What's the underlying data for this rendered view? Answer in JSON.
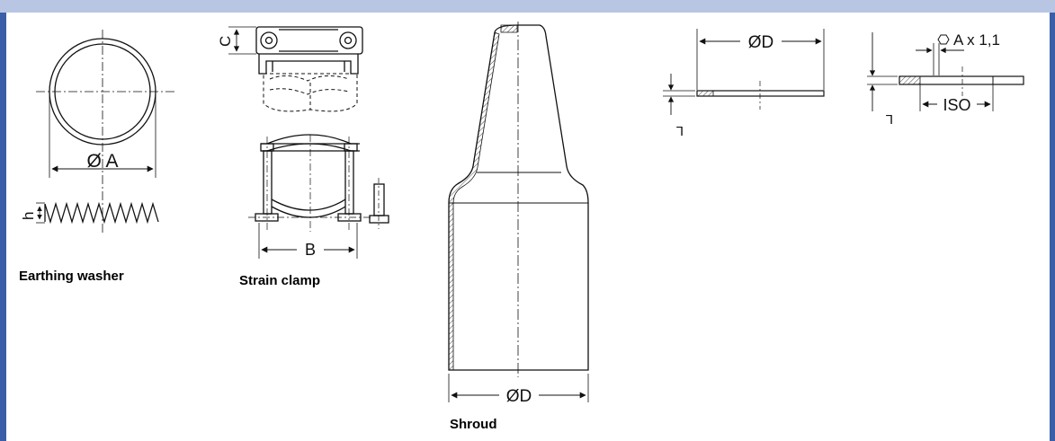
{
  "colors": {
    "frame_border": "#3a5fa8",
    "frame_header": "#b8c6e4",
    "line": "#111111",
    "hatch": "#444444"
  },
  "captions": {
    "earthing_washer": "Earthing washer",
    "strain_clamp": "Strain clamp",
    "shroud": "Shroud"
  },
  "dimensions": {
    "washer_diameter": "Ø A",
    "washer_height": "h",
    "clamp_height": "C",
    "clamp_width": "B",
    "shroud_diameter": "ØD",
    "disc_diameter": "ØD",
    "disc_thickness": "L",
    "nut_size": "A x 1,1",
    "nut_thickness": "L",
    "thread": "ISO"
  }
}
